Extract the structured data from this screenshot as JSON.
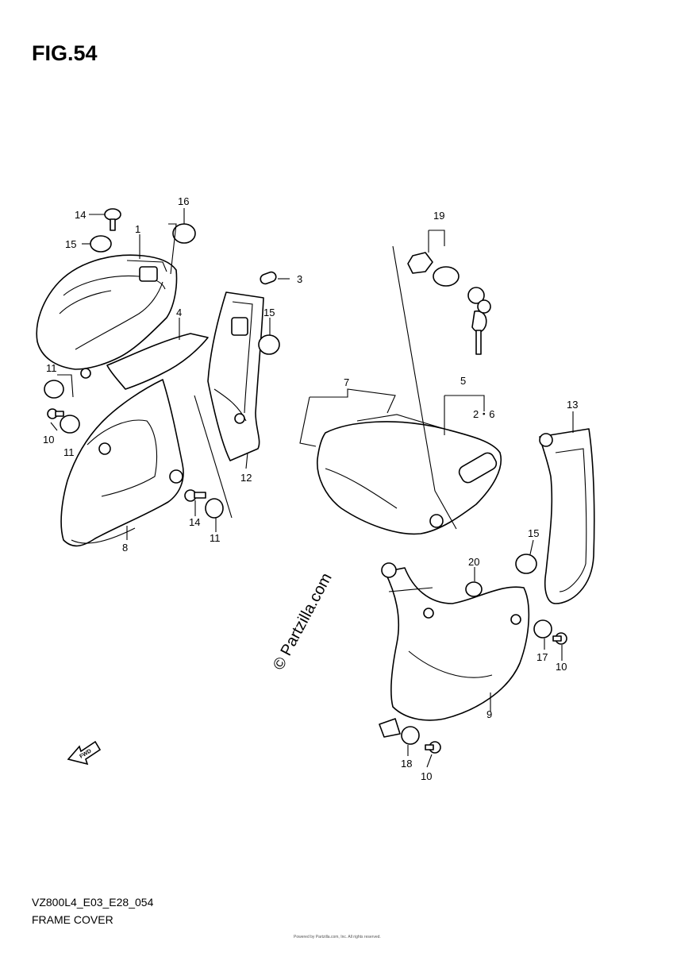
{
  "figure": {
    "title": "FIG.54",
    "code": "VZ800L4_E03_E28_054",
    "name": "FRAME COVER",
    "watermark": "© Partzilla.com",
    "fwd_label": "FWD",
    "fine_print": "Powered by Partzilla.com, Inc. All rights reserved."
  },
  "callouts": [
    {
      "id": "c1",
      "label": "1"
    },
    {
      "id": "c2",
      "label": "2・6"
    },
    {
      "id": "c3",
      "label": "3"
    },
    {
      "id": "c4",
      "label": "4"
    },
    {
      "id": "c5",
      "label": "5"
    },
    {
      "id": "c7",
      "label": "7"
    },
    {
      "id": "c8",
      "label": "8"
    },
    {
      "id": "c9",
      "label": "9"
    },
    {
      "id": "c10a",
      "label": "10"
    },
    {
      "id": "c10b",
      "label": "10"
    },
    {
      "id": "c10c",
      "label": "10"
    },
    {
      "id": "c11a",
      "label": "11"
    },
    {
      "id": "c11b",
      "label": "11"
    },
    {
      "id": "c11c",
      "label": "11"
    },
    {
      "id": "c12",
      "label": "12"
    },
    {
      "id": "c13",
      "label": "13"
    },
    {
      "id": "c14a",
      "label": "14"
    },
    {
      "id": "c14b",
      "label": "14"
    },
    {
      "id": "c15a",
      "label": "15"
    },
    {
      "id": "c15b",
      "label": "15"
    },
    {
      "id": "c15c",
      "label": "15"
    },
    {
      "id": "c16",
      "label": "16"
    },
    {
      "id": "c17",
      "label": "17"
    },
    {
      "id": "c18",
      "label": "18"
    },
    {
      "id": "c19",
      "label": "19"
    },
    {
      "id": "c20",
      "label": "20"
    }
  ]
}
